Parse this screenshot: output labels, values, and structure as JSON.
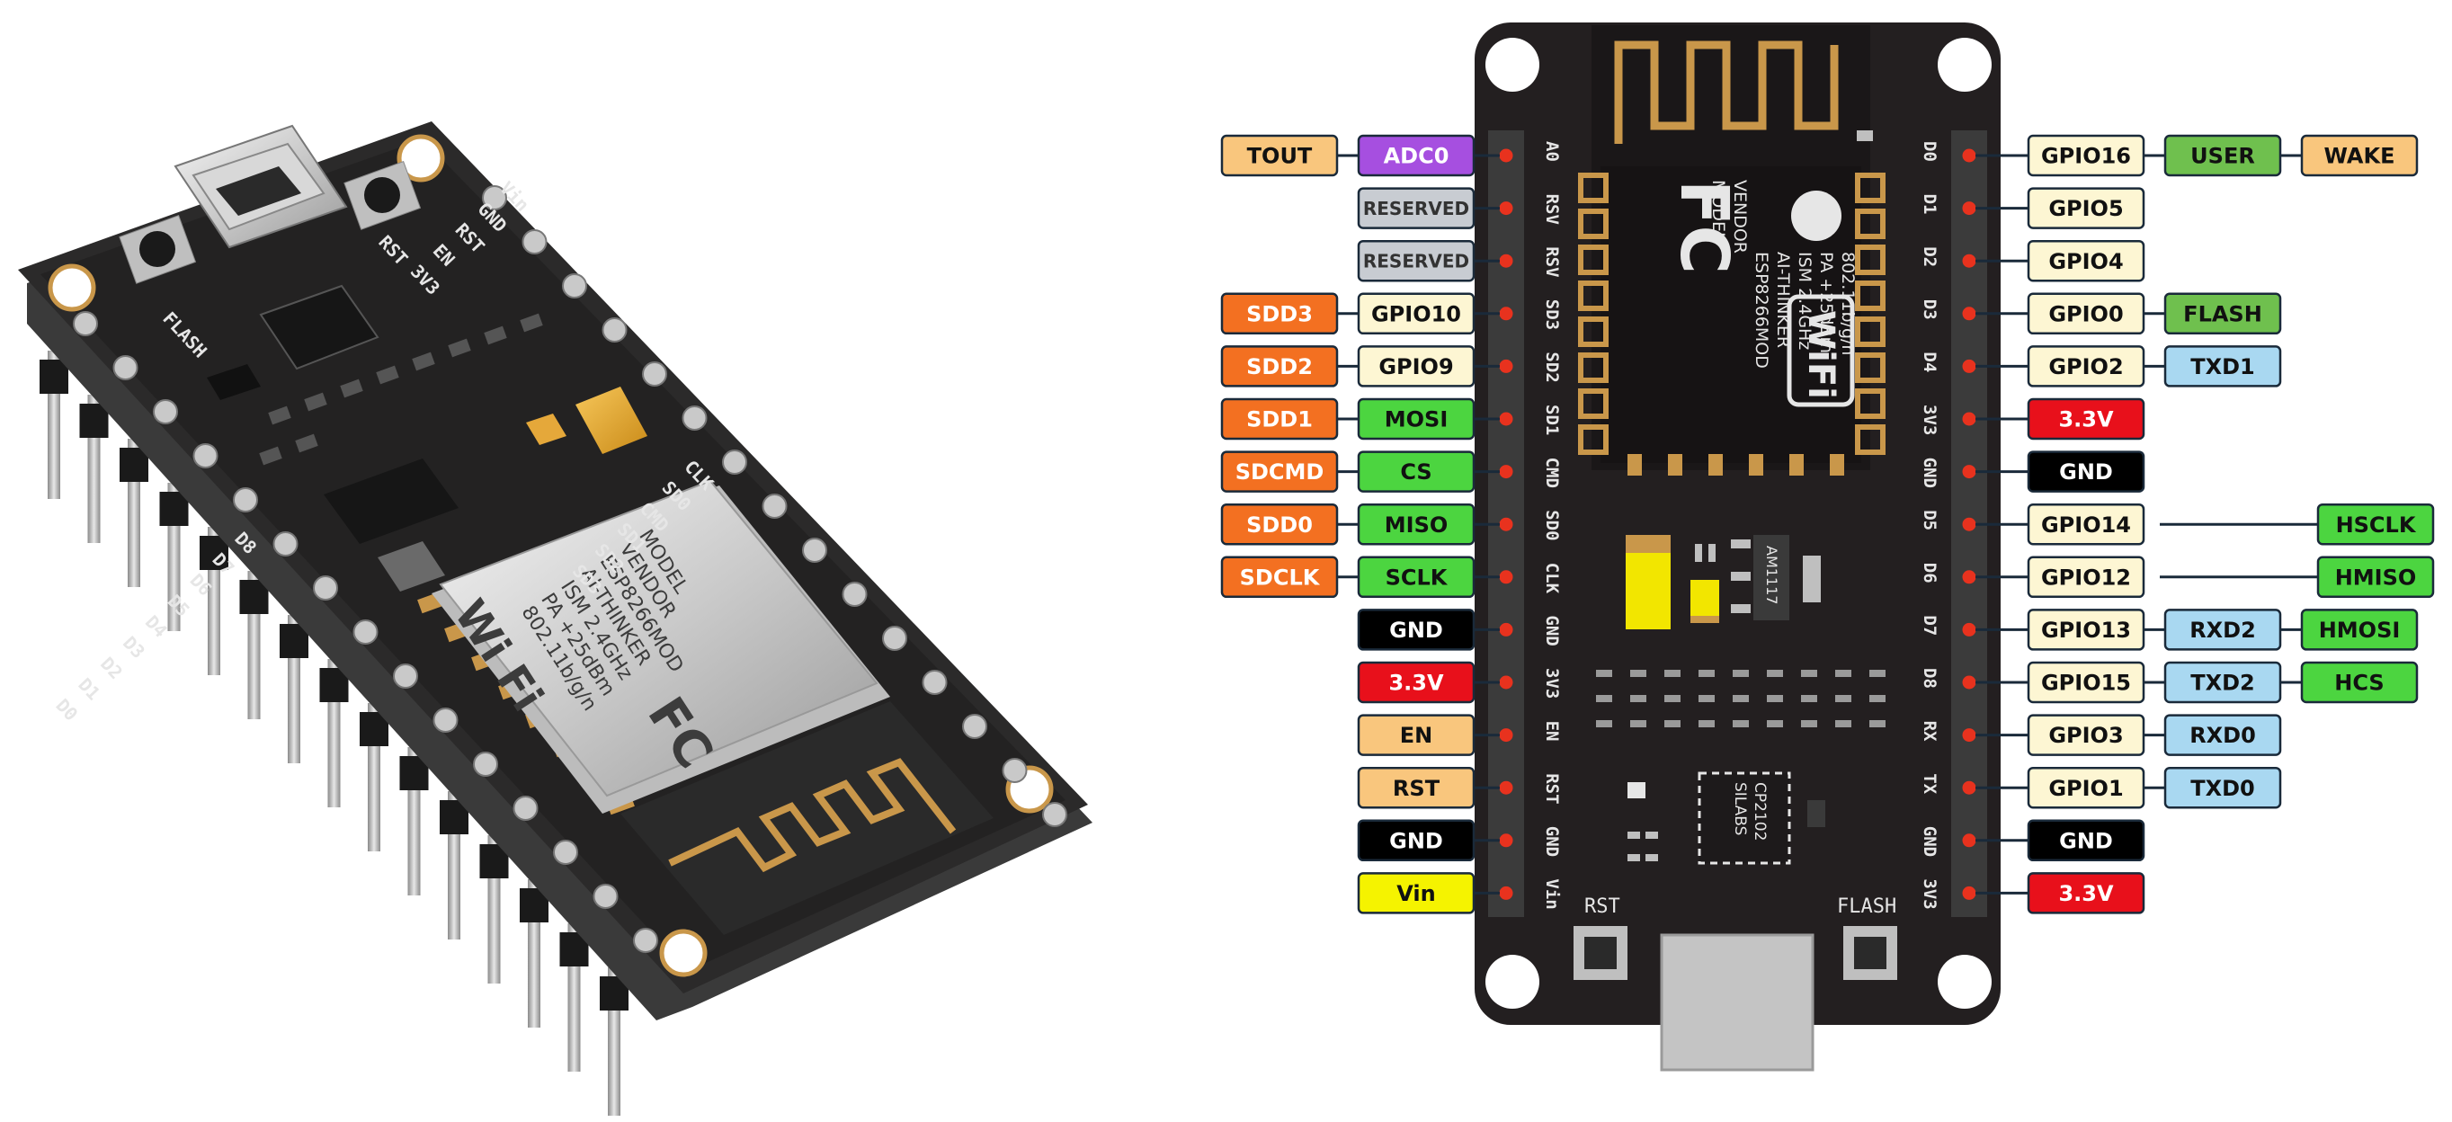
{
  "colors": {
    "board": "#231f20",
    "gold": "#c9974a",
    "pin_dot": "#e8321e",
    "gpio": "#fdf6d3",
    "power": "#e8101b",
    "ground": "#000000",
    "control": "#f9c67d",
    "adc": "#a64fe0",
    "sd": "#f37021",
    "spi": "#4cd540",
    "user": "#6fc04e",
    "uart": "#a9d8f1",
    "reserved": "#c8ccd2",
    "vin": "#f5f300"
  },
  "photo": {
    "silk_top": [
      "Vin",
      "GND",
      "RST",
      "EN",
      "3V3"
    ],
    "silk_left": [
      "FLASH",
      "RST"
    ],
    "silk_pins_top_row": [
      "CLK",
      "SD0",
      "CMD",
      "SD1",
      "SD2",
      "SD3"
    ],
    "silk_pins_bottom_row": [
      "D8",
      "D7",
      "D6",
      "D5",
      "D4",
      "D3",
      "D2",
      "D1",
      "D0"
    ],
    "module_text": [
      "MODEL",
      "VENDOR",
      "ESP8266MOD",
      "AI-THINKER",
      "ISM 2.4GHz",
      "PA +25dBm",
      "802.11b/g/n"
    ],
    "wifi_text": "Wi Fi",
    "fc_text": "FC"
  },
  "board": {
    "module": {
      "lines": [
        "MODEL",
        "VENDOR",
        "ESP8266MOD",
        "AI-THINKER",
        "ISM 2.4GHz",
        "PA +25dBm",
        "802.11b/g/n"
      ],
      "fc": "FC",
      "wifi": "WiFi"
    },
    "regulator": "AM1117",
    "usb_chip": [
      "SILABS",
      "CP2102"
    ],
    "rst_label": "RST",
    "flash_label": "FLASH"
  },
  "left_pins": [
    {
      "silk": "A0",
      "labels": [
        {
          "text": "ADC0",
          "kind": "adc"
        },
        {
          "text": "TOUT",
          "kind": "control"
        }
      ]
    },
    {
      "silk": "RSV",
      "labels": [
        {
          "text": "RESERVED",
          "kind": "reserved"
        }
      ]
    },
    {
      "silk": "RSV",
      "labels": [
        {
          "text": "RESERVED",
          "kind": "reserved"
        }
      ]
    },
    {
      "silk": "SD3",
      "labels": [
        {
          "text": "GPIO10",
          "kind": "gpio"
        },
        {
          "text": "SDD3",
          "kind": "sd"
        }
      ]
    },
    {
      "silk": "SD2",
      "labels": [
        {
          "text": "GPIO9",
          "kind": "gpio"
        },
        {
          "text": "SDD2",
          "kind": "sd"
        }
      ]
    },
    {
      "silk": "SD1",
      "labels": [
        {
          "text": "MOSI",
          "kind": "spi"
        },
        {
          "text": "SDD1",
          "kind": "sd"
        }
      ]
    },
    {
      "silk": "CMD",
      "labels": [
        {
          "text": "CS",
          "kind": "spi"
        },
        {
          "text": "SDCMD",
          "kind": "sd"
        }
      ]
    },
    {
      "silk": "SD0",
      "labels": [
        {
          "text": "MISO",
          "kind": "spi"
        },
        {
          "text": "SDD0",
          "kind": "sd"
        }
      ]
    },
    {
      "silk": "CLK",
      "labels": [
        {
          "text": "SCLK",
          "kind": "spi"
        },
        {
          "text": "SDCLK",
          "kind": "sd"
        }
      ]
    },
    {
      "silk": "GND",
      "labels": [
        {
          "text": "GND",
          "kind": "ground"
        }
      ]
    },
    {
      "silk": "3V3",
      "labels": [
        {
          "text": "3.3V",
          "kind": "power"
        }
      ]
    },
    {
      "silk": "EN",
      "labels": [
        {
          "text": "EN",
          "kind": "control"
        }
      ]
    },
    {
      "silk": "RST",
      "labels": [
        {
          "text": "RST",
          "kind": "control"
        }
      ]
    },
    {
      "silk": "GND",
      "labels": [
        {
          "text": "GND",
          "kind": "ground"
        }
      ]
    },
    {
      "silk": "Vin",
      "labels": [
        {
          "text": "Vin",
          "kind": "vin"
        }
      ]
    }
  ],
  "right_pins": [
    {
      "silk": "D0",
      "labels": [
        {
          "text": "GPIO16",
          "kind": "gpio"
        },
        {
          "text": "USER",
          "kind": "user"
        },
        {
          "text": "WAKE",
          "kind": "control"
        }
      ]
    },
    {
      "silk": "D1",
      "labels": [
        {
          "text": "GPIO5",
          "kind": "gpio"
        }
      ]
    },
    {
      "silk": "D2",
      "labels": [
        {
          "text": "GPIO4",
          "kind": "gpio"
        }
      ]
    },
    {
      "silk": "D3",
      "labels": [
        {
          "text": "GPIO0",
          "kind": "gpio"
        },
        {
          "text": "FLASH",
          "kind": "user"
        }
      ]
    },
    {
      "silk": "D4",
      "labels": [
        {
          "text": "GPIO2",
          "kind": "gpio"
        },
        {
          "text": "TXD1",
          "kind": "uart"
        }
      ]
    },
    {
      "silk": "3V3",
      "labels": [
        {
          "text": "3.3V",
          "kind": "power"
        }
      ]
    },
    {
      "silk": "GND",
      "labels": [
        {
          "text": "GND",
          "kind": "ground"
        }
      ]
    },
    {
      "silk": "D5",
      "labels": [
        {
          "text": "GPIO14",
          "kind": "gpio"
        },
        {
          "text": "HSCLK",
          "kind": "spi",
          "far": true
        }
      ]
    },
    {
      "silk": "D6",
      "labels": [
        {
          "text": "GPIO12",
          "kind": "gpio"
        },
        {
          "text": "HMISO",
          "kind": "spi",
          "far": true
        }
      ]
    },
    {
      "silk": "D7",
      "labels": [
        {
          "text": "GPIO13",
          "kind": "gpio"
        },
        {
          "text": "RXD2",
          "kind": "uart"
        },
        {
          "text": "HMOSI",
          "kind": "spi"
        }
      ]
    },
    {
      "silk": "D8",
      "labels": [
        {
          "text": "GPIO15",
          "kind": "gpio"
        },
        {
          "text": "TXD2",
          "kind": "uart"
        },
        {
          "text": "HCS",
          "kind": "spi"
        }
      ]
    },
    {
      "silk": "RX",
      "labels": [
        {
          "text": "GPIO3",
          "kind": "gpio"
        },
        {
          "text": "RXD0",
          "kind": "uart"
        }
      ]
    },
    {
      "silk": "TX",
      "labels": [
        {
          "text": "GPIO1",
          "kind": "gpio"
        },
        {
          "text": "TXD0",
          "kind": "uart"
        }
      ]
    },
    {
      "silk": "GND",
      "labels": [
        {
          "text": "GND",
          "kind": "ground"
        }
      ]
    },
    {
      "silk": "3V3",
      "labels": [
        {
          "text": "3.3V",
          "kind": "power"
        }
      ]
    }
  ]
}
